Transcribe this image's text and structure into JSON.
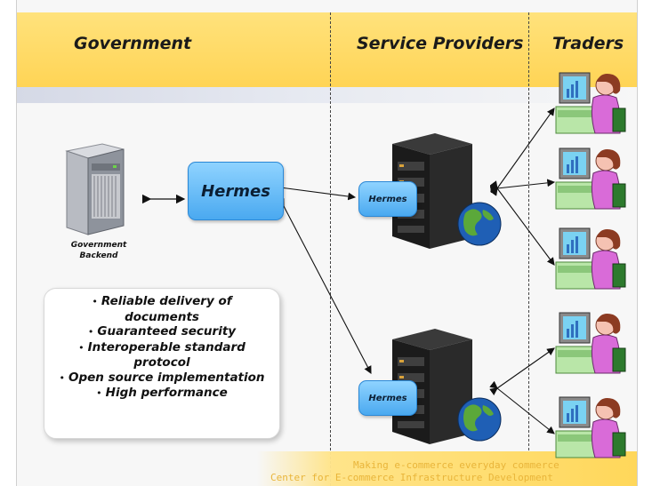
{
  "columns": {
    "government": "Government",
    "service_providers": "Service Providers",
    "traders": "Traders"
  },
  "hermes_main": "Hermes",
  "hermes_sp1": "Hermes",
  "hermes_sp2": "Hermes",
  "backend_label": "Government\nBackend",
  "features": [
    "Reliable delivery of documents",
    "Guaranteed security",
    "Interoperable standard protocol",
    "Open source implementation",
    "High performance"
  ],
  "footer": {
    "tagline": "Making e-commerce everyday commerce",
    "org": "Center for E-commerce Infrastructure Development"
  },
  "colors": {
    "header": "#ffd455",
    "hermes_box": "#4aa9f0",
    "footer_text": "#e9b53a"
  }
}
